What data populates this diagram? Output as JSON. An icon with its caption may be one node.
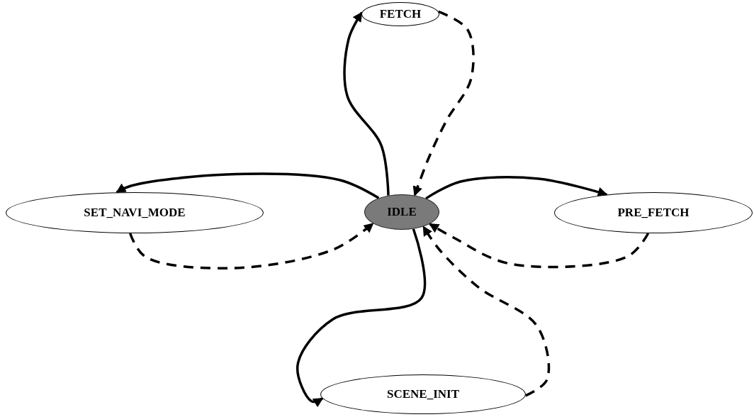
{
  "diagram": {
    "nodes": [
      {
        "text": [
          "FETCH"
        ]
      },
      {
        "text": [
          "SET_NAVI_MODE"
        ]
      },
      {
        "text": [
          "IDLE"
        ]
      },
      {
        "text": [
          "PRE_FETCH"
        ]
      },
      {
        "text": [
          "SCENE_INIT"
        ]
      }
    ],
    "edges": [
      {
        "from": 2,
        "to": 0,
        "arrow": "to"
      },
      {
        "from": 0,
        "to": 2,
        "arrow": "to",
        "style": "dashed"
      },
      {
        "from": 2,
        "to": 1,
        "arrow": "to"
      },
      {
        "from": 1,
        "to": 2,
        "arrow": "to",
        "style": "dashed"
      },
      {
        "from": 2,
        "to": 3,
        "arrow": "to"
      },
      {
        "from": 3,
        "to": 2,
        "arrow": "to",
        "style": "dashed"
      },
      {
        "from": 2,
        "to": 4,
        "arrow": "to"
      },
      {
        "from": 4,
        "to": 2,
        "arrow": "to",
        "style": "dashed"
      }
    ]
  }
}
